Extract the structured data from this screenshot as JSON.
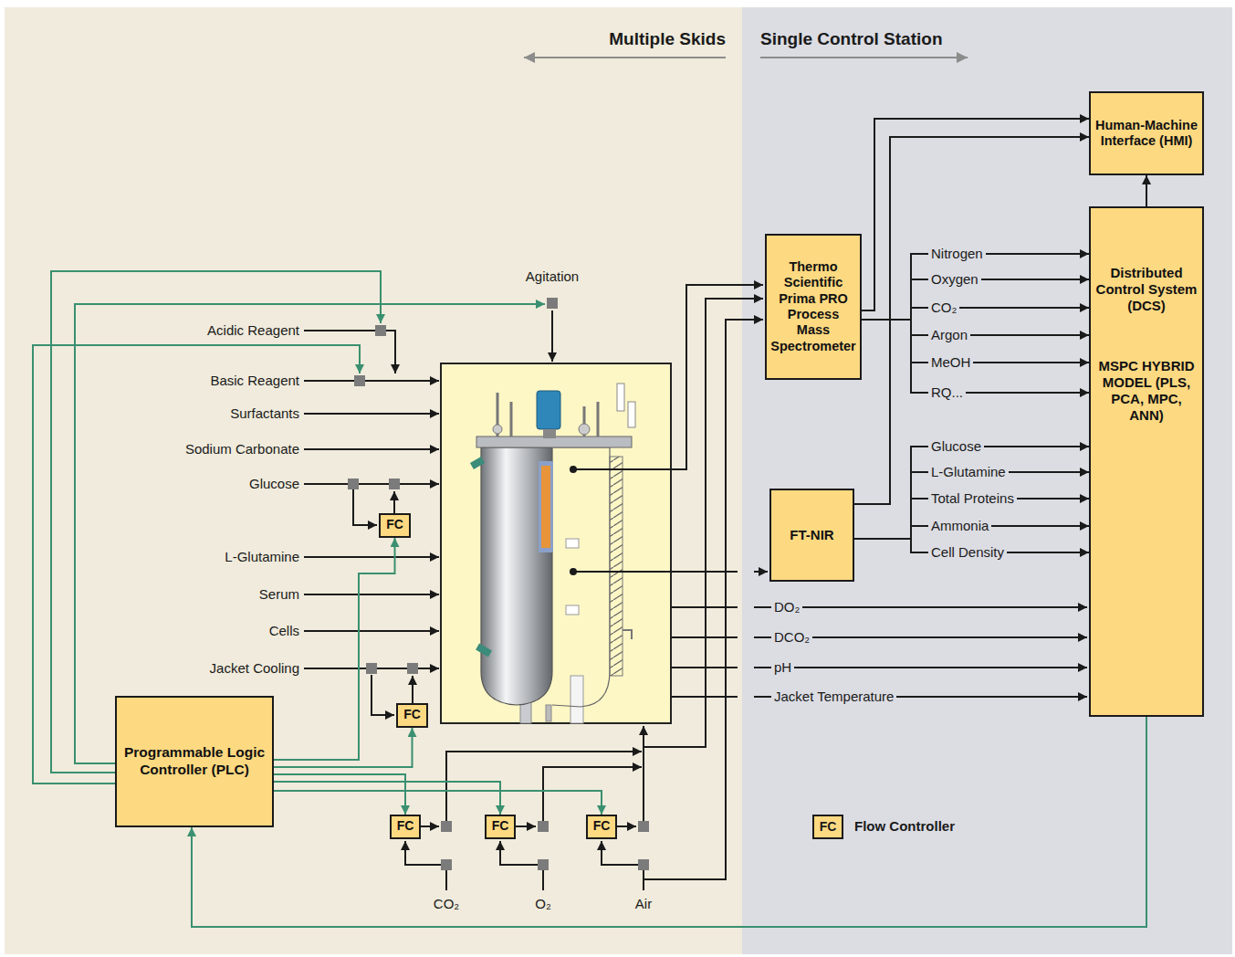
{
  "diagram": {
    "nodes": [
      {
        "text": [
          "Human-Machine Interface (HMI)"
        ]
      },
      {
        "text": [
          "Distributed Control System (DCS)",
          "MSPC HYBRID MODEL (PLS, PCA, MPC, ANN)"
        ]
      },
      {
        "text": [
          "Thermo Scientific Prima PRO Process Mass Spectrometer"
        ]
      },
      {
        "text": [
          "FT-NIR"
        ]
      },
      {
        "text": [
          "Programmable Logic Controller (PLC)"
        ]
      },
      {
        "text": [
          "FC"
        ]
      },
      {
        "text": [
          "FC"
        ]
      },
      {
        "text": [
          "FC"
        ]
      },
      {
        "text": [
          "FC"
        ]
      },
      {
        "text": [
          "FC"
        ]
      }
    ],
    "edges": [
      {
        "from": 1,
        "to": 0,
        "arrow": "to"
      },
      {
        "from": 2,
        "to": 0,
        "arrow": "to"
      },
      {
        "from": 3,
        "to": 0,
        "arrow": "to"
      },
      {
        "from": 2,
        "to": 1,
        "label": "Nitrogen",
        "arrow": "to"
      },
      {
        "from": 2,
        "to": 1,
        "label": "Oxygen",
        "arrow": "to"
      },
      {
        "from": 2,
        "to": 1,
        "label": "CO₂",
        "arrow": "to"
      },
      {
        "from": 2,
        "to": 1,
        "label": "Argon",
        "arrow": "to"
      },
      {
        "from": 2,
        "to": 1,
        "label": "MeOH",
        "arrow": "to"
      },
      {
        "from": 2,
        "to": 1,
        "label": "RQ...",
        "arrow": "to"
      },
      {
        "from": 3,
        "to": 1,
        "label": "Glucose",
        "arrow": "to"
      },
      {
        "from": 3,
        "to": 1,
        "label": "L-Glutamine",
        "arrow": "to"
      },
      {
        "from": 3,
        "to": 1,
        "label": "Total Proteins",
        "arrow": "to"
      },
      {
        "from": 3,
        "to": 1,
        "label": "Ammonia",
        "arrow": "to"
      },
      {
        "from": 3,
        "to": 1,
        "label": "Cell Density",
        "arrow": "to"
      },
      {
        "from": 1,
        "to": 4,
        "arrow": "to"
      },
      {
        "from": 4,
        "to": 5,
        "arrow": "to"
      },
      {
        "from": 4,
        "to": 6,
        "arrow": "to"
      },
      {
        "from": 4,
        "to": 7,
        "arrow": "to"
      },
      {
        "from": 4,
        "to": 8,
        "arrow": "to"
      },
      {
        "from": 4,
        "to": 9,
        "arrow": "to"
      }
    ],
    "labels": [
      "Multiple Skids",
      "Single Control Station",
      "Agitation",
      "Acidic Reagent",
      "Basic Reagent",
      "Surfactants",
      "Sodium Carbonate",
      "Glucose",
      "L-Glutamine",
      "Serum",
      "Cells",
      "Jacket Cooling",
      "DO₂",
      "DCO₂",
      "pH",
      "Jacket Temperature",
      "CO₂",
      "O₂",
      "Air",
      "FC"
    ],
    "legend": [
      {
        "text": "Flow Controller",
        "color": "#fdd981"
      }
    ]
  }
}
